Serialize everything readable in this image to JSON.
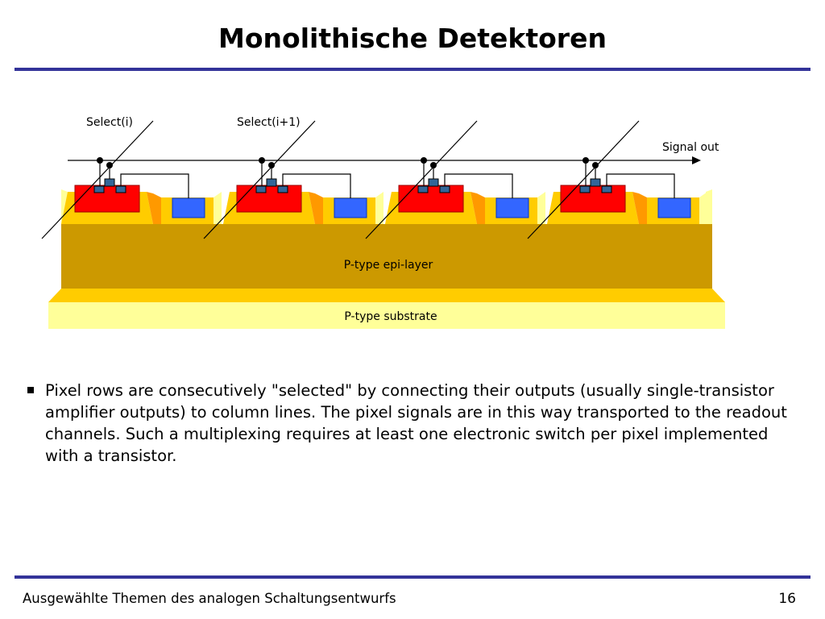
{
  "slide": {
    "title": "Monolithische Detektoren",
    "footer": "Ausgewählte Themen des analogen Schaltungsentwurfs",
    "page_number": "16"
  },
  "diagram": {
    "select_labels": [
      "Select(i)",
      "Select(i+1)"
    ],
    "signal_out_label": "Signal out",
    "epi_layer_label": "P-type epi-layer",
    "substrate_label": "P-type substrate",
    "pixel_count": 4,
    "colors": {
      "substrate": "#ffff99",
      "epi": "#cc9900",
      "pwell": "#ffcc00",
      "pwell_side": "#ff9900",
      "transistor": "#ff0000",
      "contact": "#336699",
      "diode": "#3366ff",
      "wire": "#000000"
    }
  },
  "bullet": {
    "text": "Pixel rows are consecutively \"selected\" by connecting their outputs (usually single-transistor amplifier outputs) to column lines. The pixel signals are in this way transported to the readout channels. Such a multiplexing requires at least one electronic switch per pixel implemented with a transistor."
  }
}
